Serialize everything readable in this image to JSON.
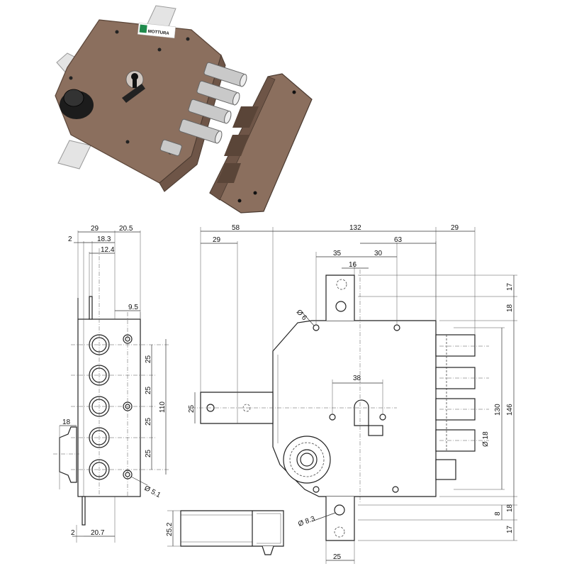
{
  "brand": {
    "name": "MOTTURA",
    "color": "#1f8a4c"
  },
  "colors": {
    "lock_body": "#8b6f5e",
    "lock_dark": "#6e5547",
    "bolt": "#c9c9c9",
    "plate": "#e6e6e6"
  },
  "side_view": {
    "top_dims": [
      "29",
      "20.5",
      "2",
      "18.3",
      "12.4"
    ],
    "bolt_spacing_label": "9.5",
    "pitch_labels": [
      "25",
      "25",
      "25",
      "25"
    ],
    "overall_label": "110",
    "knob_label": "18",
    "hole_label": "Ø 5.1",
    "bottom_dims": [
      "2",
      "20.7"
    ]
  },
  "front_view": {
    "top_dims": [
      "58",
      "132",
      "29",
      "29",
      "35",
      "30",
      "63",
      "16"
    ],
    "hole_top_label": "Ø 6",
    "cylinder_label": "38",
    "tab_label": "25",
    "bolt_dia_label": "Ø 18",
    "right_dims": [
      "17",
      "18",
      "130",
      "146"
    ],
    "bottom_right_dims": [
      "8",
      "18",
      "17"
    ],
    "bottom_hole_label": "Ø 8.3",
    "bottom_tab_label": "25"
  },
  "strike_plate": {
    "height_label": "25.2"
  }
}
